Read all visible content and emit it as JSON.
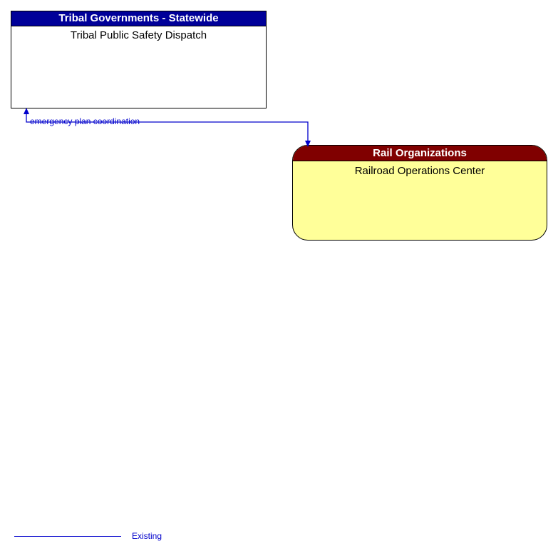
{
  "diagram": {
    "type": "interface-context-diagram",
    "background_color": "#ffffff",
    "nodes": [
      {
        "id": "tribal",
        "shape": "square",
        "stakeholder": "Tribal Governments - Statewide",
        "element": "Tribal Public Safety Dispatch",
        "header_color": "#000099",
        "header_text_color": "#ffffff",
        "body_color": "#ffffff",
        "body_text_color": "#000000",
        "border_color": "#000000"
      },
      {
        "id": "rail",
        "shape": "rounded",
        "stakeholder": "Rail Organizations",
        "element": "Railroad Operations Center",
        "header_color": "#800000",
        "header_text_color": "#ffffff",
        "body_color": "#FFFF99",
        "body_text_color": "#000000",
        "border_color": "#000000"
      }
    ],
    "flows": [
      {
        "id": "flow-1",
        "label": "emergency plan coordination",
        "color": "#0000CC",
        "from": "rail",
        "to": "tribal",
        "bidirectional": false,
        "style": "existing"
      }
    ]
  },
  "legend": {
    "items": [
      {
        "label": "Existing",
        "color": "#0000CC",
        "line_style": "solid"
      }
    ]
  }
}
